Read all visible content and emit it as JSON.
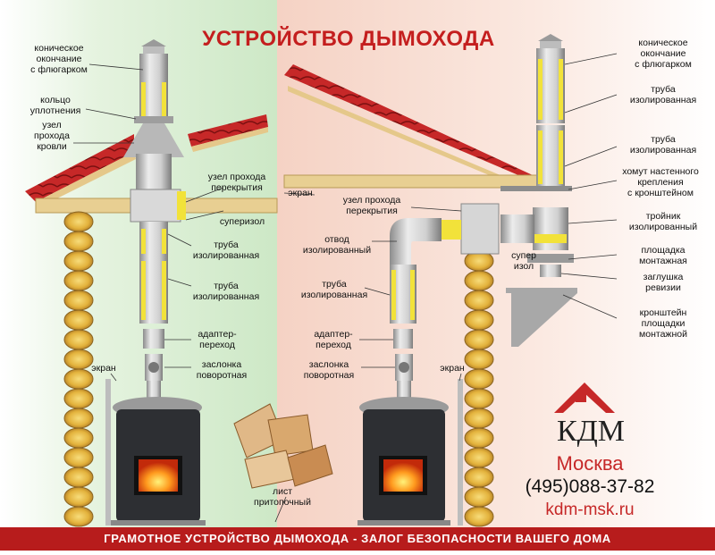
{
  "title": "УСТРОЙСТВО ДЫМОХОДА",
  "left_labels": {
    "cone": "коническое\nокончание\nс флюгарком",
    "ring": "кольцо\nуплотнения",
    "roof_node": "узел\nпрохода\nкровли",
    "ceiling_node": "узел прохода\nперекрытия",
    "superizol": "суперизол",
    "pipe_ins1": "труба\nизолированная",
    "pipe_ins2": "труба\nизолированная",
    "adapter": "адаптер-\nпереход",
    "damper": "заслонка\nповоротная",
    "screen": "экран",
    "sheet": "лист\nпритопочный"
  },
  "right_labels": {
    "cone": "коническое\nокончание\nс флюгарком",
    "pipe_ins1": "труба\nизолированная",
    "pipe_ins2": "труба\nизолированная",
    "clamp": "хомут настенного\nкрепления\nс кронштейном",
    "tee": "тройник\nизолированный",
    "platform": "площадка\nмонтажная",
    "plug": "заглушка\nревизии",
    "bracket": "кронштейн\nплощадки\nмонтажной",
    "screen_top": "экран",
    "ceiling_node": "узел прохода\nперекрытия",
    "elbow": "отвод\nизолированный",
    "superizol": "супер\nизол",
    "pipe_ins3": "труба\nизолированная",
    "adapter": "адаптер-\nпереход",
    "damper": "заслонка\nповоротная",
    "screen": "экран"
  },
  "brand": {
    "name": "КДМ",
    "city": "Москва",
    "phone": "(495)088-37-82",
    "site": "kdm-msk.ru"
  },
  "footer": "ГРАМОТНОЕ УСТРОЙСТВО ДЫМОХОДА - ЗАЛОГ БЕЗОПАСНОСТИ ВАШЕГО ДОМА",
  "colors": {
    "title_red": "#c41e1e",
    "roof_red": "#b01e1e",
    "log_yellow": "#e8c24a",
    "pipe_grey": "#c9c9c9",
    "insulation_yellow": "#f2e23a",
    "footer_red": "#b71c1c",
    "bg_green": "#d9efd4",
    "bg_pink": "#f7ddd2"
  }
}
